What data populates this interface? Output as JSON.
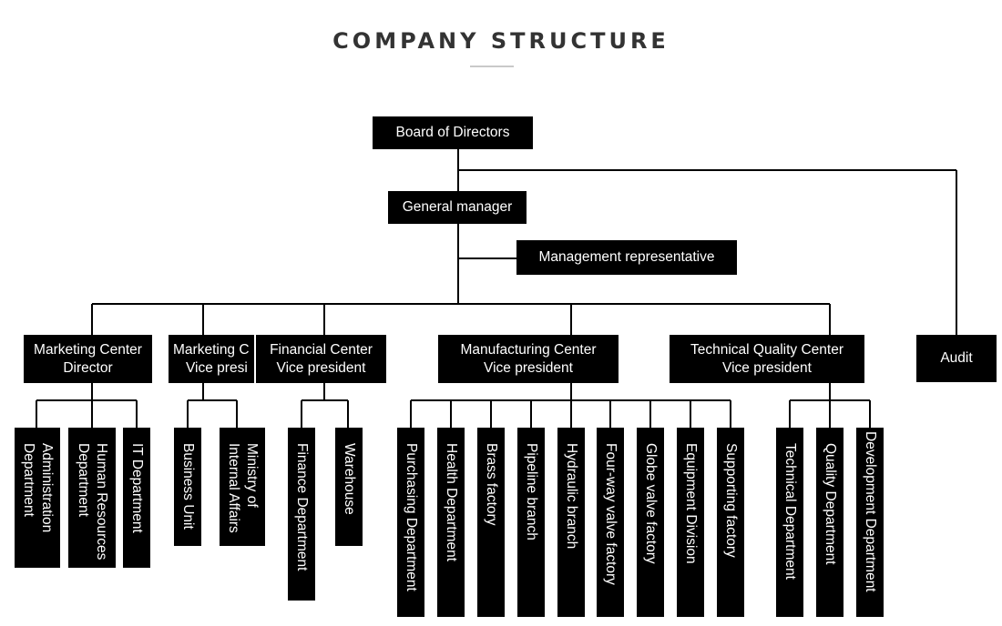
{
  "title": "COMPANY STRUCTURE",
  "board": "Board of Directors",
  "general_manager": "General manager",
  "management_rep": "Management representative",
  "audit": "Audit",
  "centers": {
    "marketing_director": [
      "Marketing Center",
      "Director"
    ],
    "marketing_vp": [
      "Marketing C",
      "Vice presi"
    ],
    "financial": [
      "Financial Center",
      "Vice president"
    ],
    "manufacturing": [
      "Manufacturing Center",
      "Vice president"
    ],
    "technical": [
      "Technical Quality Center",
      "Vice president"
    ]
  },
  "departments": {
    "administration": [
      "Administration",
      "Department"
    ],
    "human_resources": [
      "Human Resources",
      "Department"
    ],
    "it": [
      "IT Department"
    ],
    "business_unit": [
      "Business Unit"
    ],
    "internal_affairs": [
      "Ministry of",
      "Internal Affairs"
    ],
    "finance": [
      "Finance Department"
    ],
    "warehouse": [
      "Warehouse"
    ],
    "purchasing": [
      "Purchasing Department"
    ],
    "health": [
      "Health Department"
    ],
    "brass": [
      "Brass factory"
    ],
    "pipeline": [
      "Pipeline branch"
    ],
    "hydraulic": [
      "Hydraulic branch"
    ],
    "four_way": [
      "Four-way valve factory"
    ],
    "globe_valve": [
      "Globe valve factory"
    ],
    "equipment": [
      "Equipment Division"
    ],
    "supporting": [
      "Supporting factory"
    ],
    "technical_dept": [
      "Technical Department"
    ],
    "quality": [
      "Quality Department"
    ],
    "development": [
      "Development Department"
    ]
  }
}
